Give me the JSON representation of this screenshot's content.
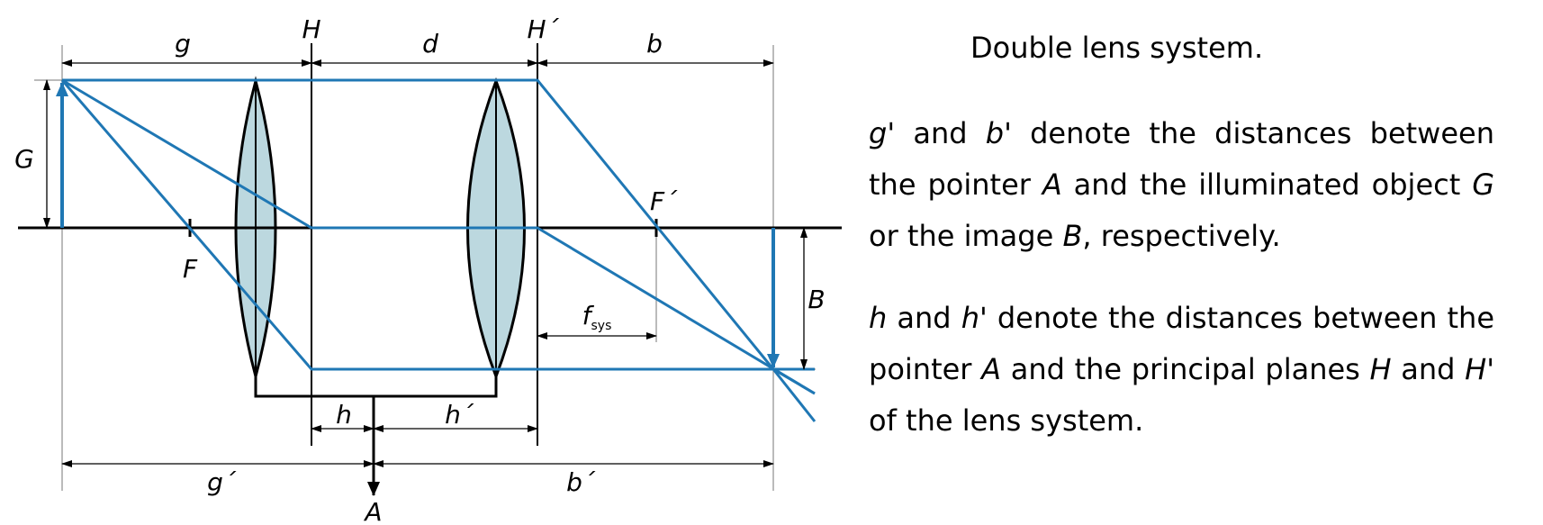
{
  "diagram": {
    "labels": {
      "g": "g",
      "H": "H",
      "d": "d",
      "H_prime": "H´",
      "b": "b",
      "G": "G",
      "F": "F",
      "F_prime": "F´",
      "B": "B",
      "f_sys_main": "f",
      "f_sys_sub": "sys",
      "h": "h",
      "h_prime": "h´",
      "g_prime": "g´",
      "b_prime": "b´",
      "A": "A"
    },
    "colors": {
      "ray": "#1f77b4",
      "lens_fill": "#bcd8df",
      "line": "#000000",
      "dim": "#555555"
    }
  },
  "text": {
    "caption": "Double lens system.",
    "para1": {
      "s1": "g",
      "s2": "' and ",
      "s3": "b",
      "s4": "' denote the distances between the pointer ",
      "s5": "A",
      "s6": " and the illuminated object ",
      "s7": "G",
      "s8": " or the image ",
      "s9": "B",
      "s10": ", respectively."
    },
    "para2": {
      "s1": "h",
      "s2": " and ",
      "s3": "h",
      "s4": "' denote the distances between the pointer ",
      "s5": "A",
      "s6": " and the principal planes ",
      "s7": "H",
      "s8": " and ",
      "s9": "H",
      "s10": "' of the lens system."
    }
  }
}
